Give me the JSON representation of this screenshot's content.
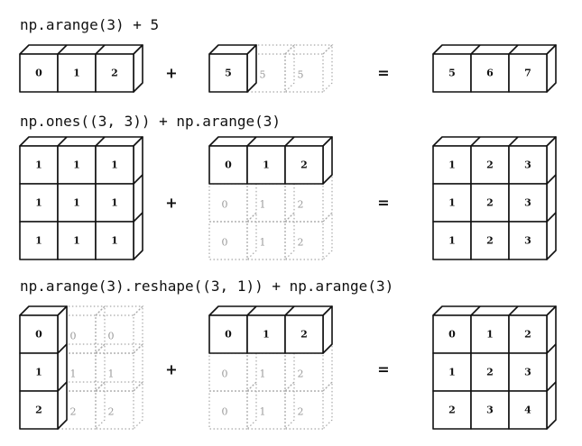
{
  "rows": [
    {
      "caption": "np.arange(3) + 5",
      "operator_plus": "+",
      "operator_equals": "=",
      "left": {
        "values": [
          [
            "0",
            "1",
            "2"
          ]
        ],
        "ghost": []
      },
      "right": {
        "values": [
          [
            "5"
          ]
        ],
        "ghost": [
          [
            "5",
            "5"
          ]
        ]
      },
      "result": {
        "values": [
          [
            "5",
            "6",
            "7"
          ]
        ],
        "ghost": []
      }
    },
    {
      "caption": "np.ones((3, 3)) + np.arange(3)",
      "operator_plus": "+",
      "operator_equals": "=",
      "left": {
        "values": [
          [
            "1",
            "1",
            "1"
          ],
          [
            "1",
            "1",
            "1"
          ],
          [
            "1",
            "1",
            "1"
          ]
        ],
        "ghost": []
      },
      "right": {
        "values": [
          [
            "0",
            "1",
            "2"
          ]
        ],
        "ghost": [
          [
            "0",
            "1",
            "2"
          ],
          [
            "0",
            "1",
            "2"
          ]
        ]
      },
      "result": {
        "values": [
          [
            "1",
            "2",
            "3"
          ],
          [
            "1",
            "2",
            "3"
          ],
          [
            "1",
            "2",
            "3"
          ]
        ],
        "ghost": []
      }
    },
    {
      "caption": "np.arange(3).reshape((3, 1)) + np.arange(3)",
      "operator_plus": "+",
      "operator_equals": "=",
      "left": {
        "values": [
          [
            "0"
          ],
          [
            "1"
          ],
          [
            "2"
          ]
        ],
        "ghost": [
          [
            "0",
            "0"
          ],
          [
            "1",
            "1"
          ],
          [
            "2",
            "2"
          ]
        ]
      },
      "right": {
        "values": [
          [
            "0",
            "1",
            "2"
          ]
        ],
        "ghost": [
          [
            "0",
            "1",
            "2"
          ],
          [
            "0",
            "1",
            "2"
          ]
        ]
      },
      "result": {
        "values": [
          [
            "0",
            "1",
            "2"
          ],
          [
            "1",
            "2",
            "3"
          ],
          [
            "2",
            "3",
            "4"
          ]
        ],
        "ghost": []
      }
    }
  ]
}
